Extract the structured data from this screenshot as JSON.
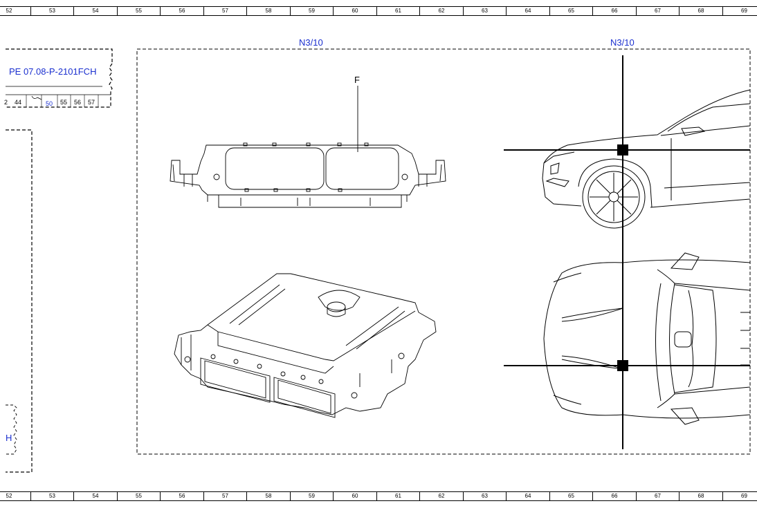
{
  "ruler": {
    "columns": [
      "52",
      "53",
      "54",
      "55",
      "56",
      "57",
      "58",
      "59",
      "60",
      "61",
      "62",
      "63",
      "64",
      "65",
      "66",
      "67",
      "68",
      "69"
    ]
  },
  "left_reference": {
    "title": "PE 07.08-P-2101FCH",
    "pins": [
      "2",
      "44",
      "50",
      "55",
      "56",
      "57"
    ],
    "pin_highlight": "50",
    "lower_fragment": "H"
  },
  "component_labels": {
    "left": "N3/10",
    "right": "N3/10"
  },
  "connector_label": "F",
  "colors": {
    "link_blue": "#1a2fcf",
    "line": "#000000"
  }
}
